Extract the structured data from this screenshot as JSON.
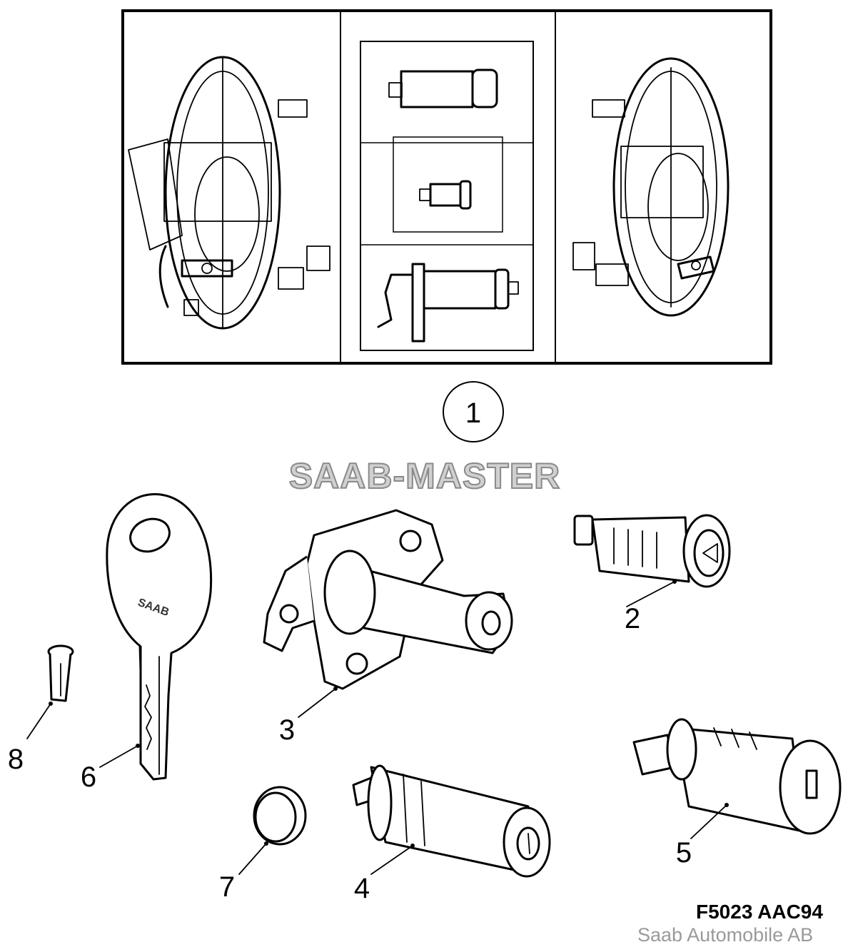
{
  "figure": {
    "code": "F5023 AAC94",
    "copyright": "Saab Automobile AB",
    "watermark": "SAAB-MASTER"
  },
  "callouts": {
    "c1": "1",
    "c2": "2",
    "c3": "3",
    "c4": "4",
    "c5": "5",
    "c6": "6",
    "c7": "7",
    "c8": "8"
  }
}
